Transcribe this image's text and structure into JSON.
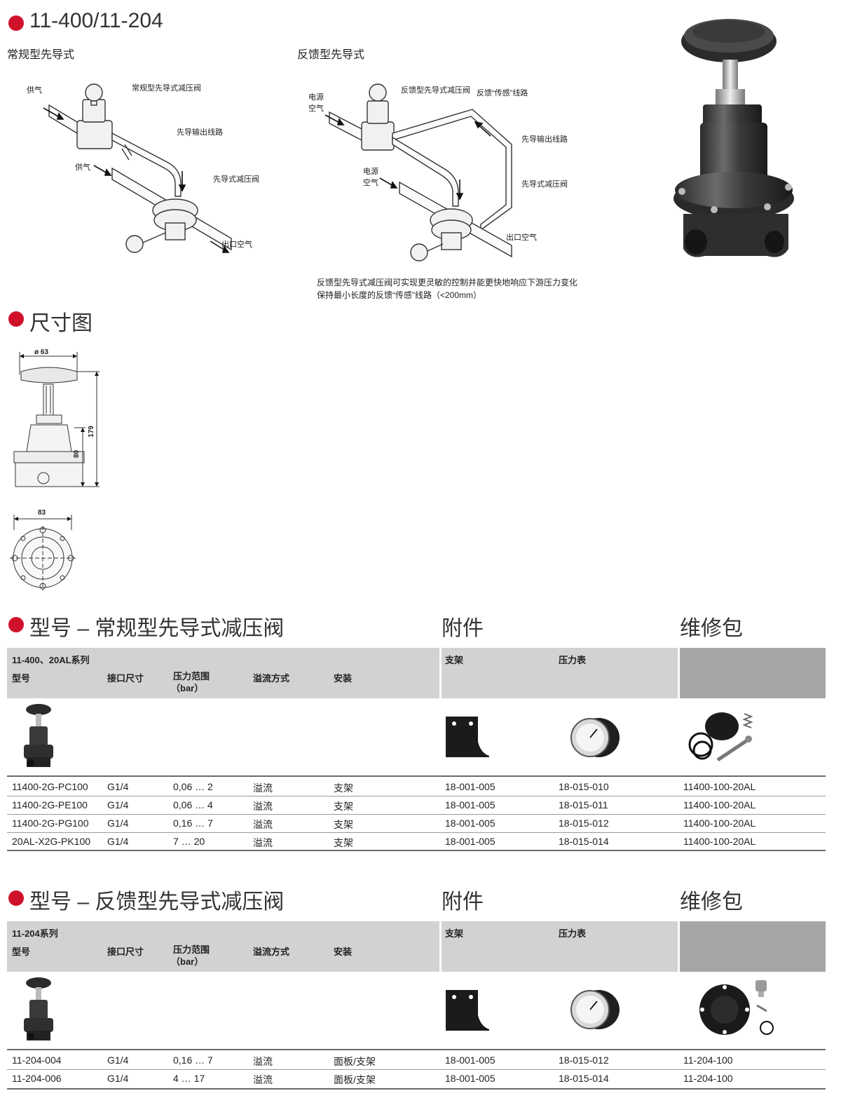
{
  "header": {
    "title": "11-400/11-204"
  },
  "diagrams": {
    "left": {
      "title": "常规型先导式",
      "labels": [
        "供气",
        "常规型先导式减压阀",
        "先导输出线路",
        "供气",
        "先导式减压阀",
        "出口空气"
      ]
    },
    "right": {
      "title": "反馈型先导式",
      "labels": [
        "电源",
        "空气",
        "反馈型先导式减压阀",
        "反馈“传感”线路",
        "先导输出线路",
        "电源",
        "空气",
        "先导式减压阀",
        "出口空气"
      ],
      "note_lines": [
        "反馈型先导式减压阀可实现更灵敏的控制并能更快地响应下游压力变化",
        "保持最小长度的反馈“传感”线路（<200mm）"
      ]
    }
  },
  "dimension_section": {
    "title": "尺寸图",
    "dims": {
      "diameter": "ø 63",
      "height_total": "179",
      "height_body": "80",
      "width": "83"
    }
  },
  "table_conventional": {
    "section_title": "型号 – 常规型先导式减压阀",
    "accessories_title": "附件",
    "service_title": "维修包",
    "series": "11-400、20AL系列",
    "headers": [
      "型号",
      "接口尺寸",
      "压力范围",
      "（bar）",
      "溢流方式",
      "安装"
    ],
    "acc_headers": [
      "支架",
      "压力表"
    ],
    "rows": [
      [
        "11400-2G-PC100",
        "G1/4",
        "0,06 … 2",
        "溢流",
        "支架",
        "18-001-005",
        "18-015-010",
        "11400-100-20AL"
      ],
      [
        "11400-2G-PE100",
        "G1/4",
        "0,06 … 4",
        "溢流",
        "支架",
        "18-001-005",
        "18-015-011",
        "11400-100-20AL"
      ],
      [
        "11400-2G-PG100",
        "G1/4",
        "0,16 … 7",
        "溢流",
        "支架",
        "18-001-005",
        "18-015-012",
        "11400-100-20AL"
      ],
      [
        "20AL-X2G-PK100",
        "G1/4",
        "7 … 20",
        "溢流",
        "支架",
        "18-001-005",
        "18-015-014",
        "11400-100-20AL"
      ]
    ]
  },
  "table_feedback": {
    "section_title": "型号 – 反馈型先导式减压阀",
    "accessories_title": "附件",
    "service_title": "维修包",
    "series": "11-204系列",
    "headers": [
      "型号",
      "接口尺寸",
      "压力范围",
      "（bar）",
      "溢流方式",
      "安装"
    ],
    "acc_headers": [
      "支架",
      "压力表"
    ],
    "rows": [
      [
        "11-204-004",
        "G1/4",
        "0,16 … 7",
        "溢流",
        "面板/支架",
        "18-001-005",
        "18-015-012",
        "11-204-100"
      ],
      [
        "11-204-006",
        "G1/4",
        "4 … 17",
        "溢流",
        "面板/支架",
        "18-001-005",
        "18-015-014",
        "11-204-100"
      ]
    ]
  },
  "colors": {
    "accent": "#d0112b",
    "header_band": "#d2d2d2",
    "service_band": "#a6a6a6"
  }
}
